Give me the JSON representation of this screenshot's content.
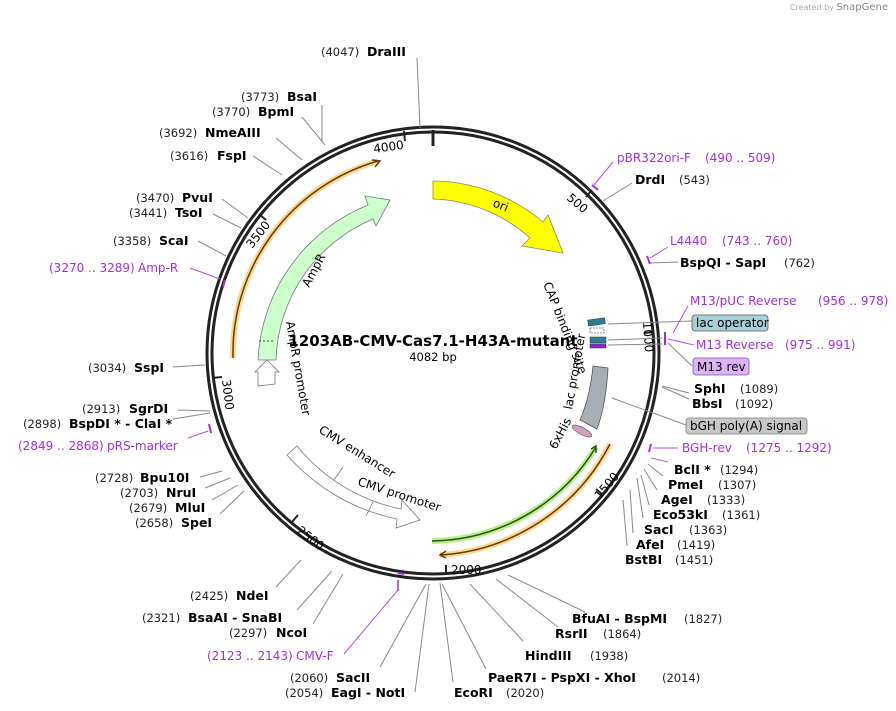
{
  "credit": {
    "prefix": "Created by",
    "brand": "SnapGene"
  },
  "plasmid": {
    "name": "1203AB-CMV-Cas7.1-H43A-mutant",
    "length": "4082 bp"
  },
  "ticks": [
    "500",
    "1000",
    "1500",
    "2000",
    "2500",
    "3000",
    "3500",
    "4000"
  ],
  "features": {
    "ori": "ori",
    "ampr": "AmpR",
    "ampr_promoter": "AmpR promoter",
    "cmv_enhancer": "CMV enhancer",
    "cmv_promoter": "CMV promoter",
    "cap_site": "CAP binding site",
    "lac_promoter": "lac promoter",
    "his": "6xHis"
  },
  "boxed_features": {
    "lac_operator": "lac operator",
    "m13_rev": "M13 rev",
    "bgh": "bGH poly(A) signal"
  },
  "sites": [
    {
      "name": "DraIII",
      "pos": "(4047)"
    },
    {
      "name": "BsaI",
      "pos": "(3773)"
    },
    {
      "name": "BpmI",
      "pos": "(3770)"
    },
    {
      "name": "NmeAIII",
      "pos": "(3692)"
    },
    {
      "name": "FspI",
      "pos": "(3616)"
    },
    {
      "name": "PvuI",
      "pos": "(3470)"
    },
    {
      "name": "TsoI",
      "pos": "(3441)"
    },
    {
      "name": "ScaI",
      "pos": "(3358)"
    },
    {
      "name": "SspI",
      "pos": "(3034)"
    },
    {
      "name": "SgrDI",
      "pos": "(2913)"
    },
    {
      "name": "BspDI * - ClaI *",
      "pos": "(2898)"
    },
    {
      "name": "Bpu10I",
      "pos": "(2728)"
    },
    {
      "name": "NruI",
      "pos": "(2703)"
    },
    {
      "name": "MluI",
      "pos": "(2679)"
    },
    {
      "name": "SpeI",
      "pos": "(2658)"
    },
    {
      "name": "NdeI",
      "pos": "(2425)"
    },
    {
      "name": "BsaAI - SnaBI",
      "pos": "(2321)"
    },
    {
      "name": "NcoI",
      "pos": "(2297)"
    },
    {
      "name": "SacII",
      "pos": "(2060)"
    },
    {
      "name": "EagI - NotI",
      "pos": "(2054)"
    },
    {
      "name": "EcoRI",
      "pos": "(2020)"
    },
    {
      "name": "PaeR7I - PspXI - XhoI",
      "pos": "(2014)"
    },
    {
      "name": "HindIII",
      "pos": "(1938)"
    },
    {
      "name": "RsrII",
      "pos": "(1864)"
    },
    {
      "name": "BfuAI - BspMI",
      "pos": "(1827)"
    },
    {
      "name": "BstBI",
      "pos": "(1451)"
    },
    {
      "name": "AfeI",
      "pos": "(1419)"
    },
    {
      "name": "SacI",
      "pos": "(1363)"
    },
    {
      "name": "Eco53kI",
      "pos": "(1361)"
    },
    {
      "name": "AgeI",
      "pos": "(1333)"
    },
    {
      "name": "PmeI",
      "pos": "(1307)"
    },
    {
      "name": "BclI *",
      "pos": "(1294)"
    },
    {
      "name": "BbsI",
      "pos": "(1092)"
    },
    {
      "name": "SphI",
      "pos": "(1089)"
    },
    {
      "name": "BspQI - SapI",
      "pos": "(762)"
    },
    {
      "name": "DrdI",
      "pos": "(543)"
    }
  ],
  "primers": [
    {
      "name": "pBR322ori-F",
      "range": "(490 .. 509)"
    },
    {
      "name": "L4440",
      "range": "(743 .. 760)"
    },
    {
      "name": "M13/pUC Reverse",
      "range": "(956 .. 978)"
    },
    {
      "name": "M13 Reverse",
      "range": "(975 .. 991)"
    },
    {
      "name": "BGH-rev",
      "range": "(1275 .. 1292)"
    },
    {
      "name": "CMV-F",
      "range": "(2123 .. 2143)"
    },
    {
      "name": "pRS-marker",
      "range": "(2849 .. 2868)"
    },
    {
      "name": "Amp-R",
      "range": "(3270 .. 3289)"
    }
  ],
  "colors": {
    "backbone": "#222222",
    "primer": "#a22ee0",
    "ori": "#ffff00",
    "ampr": "#ccffcc",
    "lac_operator": "#a9d1d9",
    "m13_rev": "#dcb4f5",
    "bgh": "#c8c8c8",
    "lac_promoter": "#a8aeb5",
    "his": "#d8a0c0",
    "orf_green": "#b6f08a",
    "orf_orange": "#ffd690"
  }
}
